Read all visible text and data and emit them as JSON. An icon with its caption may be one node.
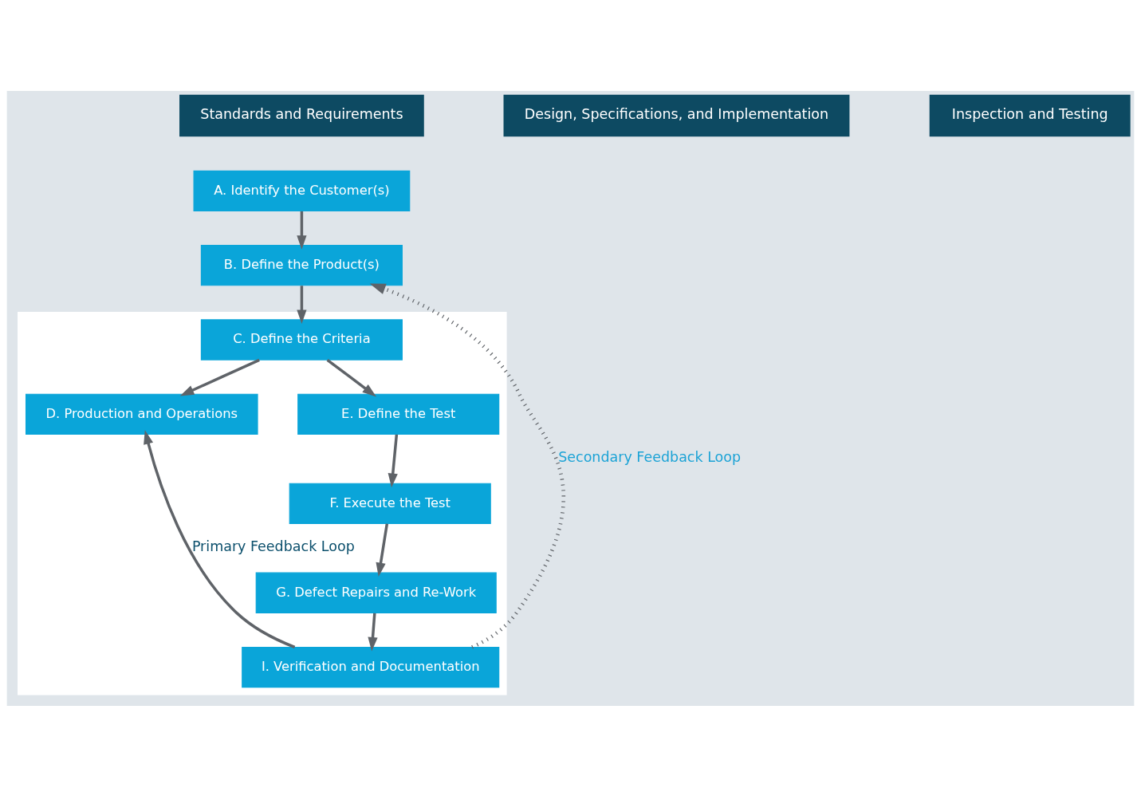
{
  "diagram": {
    "nodes": [
      {
        "text": [
          "A. Identify the Customer(s)"
        ]
      },
      {
        "text": [
          "B. Define the Product(s)"
        ]
      },
      {
        "text": [],
        "shape": "box"
      },
      {
        "text": [
          "C. Define the Criteria"
        ],
        "in": 2
      },
      {
        "text": [
          "D. Production and Operations"
        ],
        "in": 2
      },
      {
        "text": [
          "E. Define the Test"
        ],
        "in": 2
      },
      {
        "text": [
          "F. Execute the Test"
        ],
        "in": 2
      },
      {
        "text": [
          "G. Defect Repairs and Re-Work"
        ],
        "in": 2
      },
      {
        "text": [
          "I. Verification and Documentation"
        ],
        "in": 2
      }
    ],
    "edges": [
      {
        "from": 0,
        "to": 1,
        "arrow": "to"
      },
      {
        "from": 1,
        "to": 3,
        "arrow": "to"
      },
      {
        "from": 3,
        "to": 4,
        "arrow": "to"
      },
      {
        "from": 3,
        "to": 5,
        "arrow": "to"
      },
      {
        "from": 5,
        "to": 6,
        "arrow": "to"
      },
      {
        "from": 6,
        "to": 7,
        "arrow": "to"
      },
      {
        "from": 7,
        "to": 8,
        "arrow": "to"
      },
      {
        "from": 8,
        "to": 4,
        "arrow": "to",
        "label": "Primary Feedback Loop"
      },
      {
        "from": 8,
        "to": 1,
        "arrow": "to",
        "label": "Secondary Feedback Loop",
        "style": "dashed"
      }
    ],
    "labels": [
      "Standards and Requirements",
      "Design, Specifications, and Implementation",
      "Inspection and Testing"
    ]
  }
}
